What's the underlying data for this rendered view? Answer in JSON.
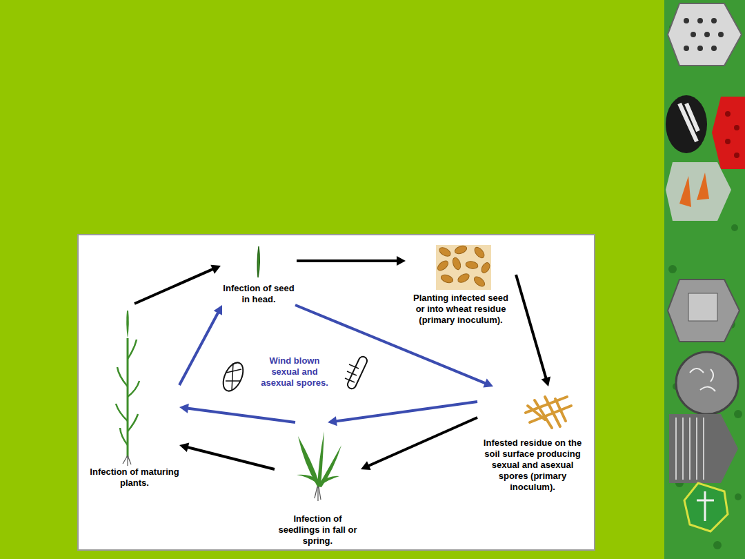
{
  "diagram": {
    "nodes": [
      {
        "text": [
          "Infection of seed in head."
        ]
      },
      {
        "text": [
          "Planting infected seed or into wheat residue (primary inoculum)."
        ]
      },
      {
        "text": [
          "Infested residue on the soil surface producing sexual and asexual spores (primary inoculum)."
        ]
      },
      {
        "text": [
          "Infection of seedlings in fall or spring."
        ]
      },
      {
        "text": [
          "Infection of maturing plants."
        ]
      }
    ],
    "edges": [
      {
        "from": 4,
        "to": 0,
        "arrow": "to"
      },
      {
        "from": 0,
        "to": 1,
        "arrow": "to"
      },
      {
        "from": 1,
        "to": 2,
        "arrow": "to"
      },
      {
        "from": 2,
        "to": 3,
        "arrow": "to"
      },
      {
        "from": 3,
        "to": 4,
        "arrow": "to"
      },
      {
        "from": 4,
        "to": 0,
        "arrow": "to"
      },
      {
        "from": 0,
        "to": 2,
        "arrow": "to"
      },
      {
        "from": 2,
        "to": 3,
        "arrow": "to"
      },
      {
        "from": 3,
        "to": 4,
        "arrow": "to"
      }
    ],
    "labels": [
      "Wind blown sexual and asexual spores."
    ]
  }
}
